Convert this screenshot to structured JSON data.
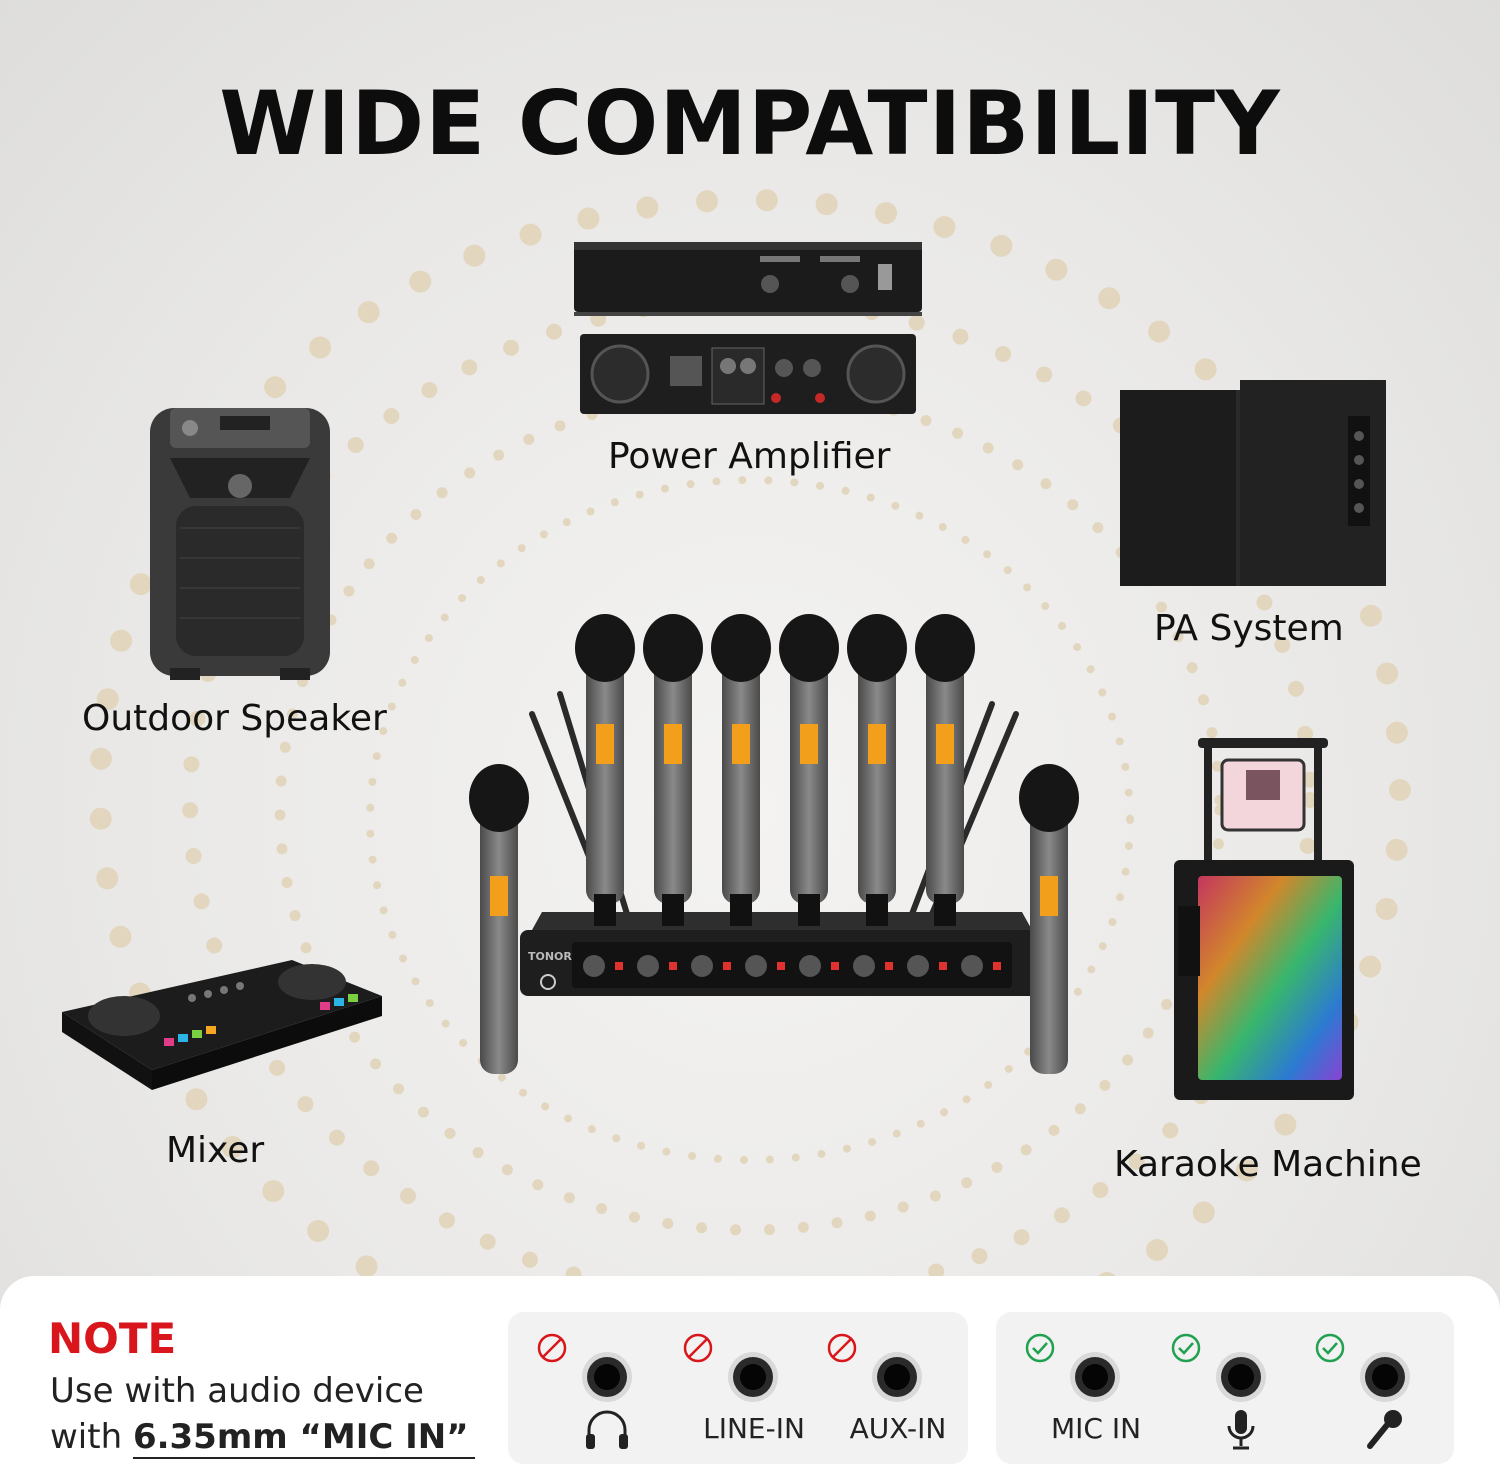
{
  "title": "WIDE COMPATIBILITY",
  "devices": {
    "power_amplifier": "Power Amplifier",
    "outdoor_speaker": "Outdoor Speaker",
    "pa_system": "PA System",
    "mixer": "Mixer",
    "karaoke_machine": "Karaoke Machine",
    "receiver_brand": "TONOR"
  },
  "note": {
    "heading": "NOTE",
    "line1": "Use with audio device",
    "line2_prefix": "with",
    "highlight": "6.35mm “MIC IN”"
  },
  "incompatible_ports": [
    {
      "label": "",
      "icon": "headphones-icon"
    },
    {
      "label": "LINE-IN"
    },
    {
      "label": "AUX-IN"
    }
  ],
  "compatible_ports": [
    {
      "label": "MIC IN"
    },
    {
      "label": "",
      "icon": "studio-microphone-icon"
    },
    {
      "label": "",
      "icon": "handheld-microphone-icon"
    }
  ],
  "colors": {
    "note_red": "#d8161b",
    "incompatible_red": "#d8161b",
    "compatible_green": "#22a150",
    "dots_beige": "#e2d6bf"
  }
}
